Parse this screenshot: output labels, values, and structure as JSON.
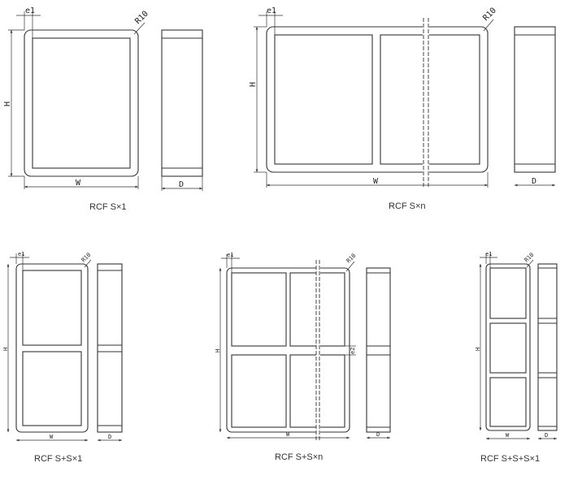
{
  "labels": {
    "e1": "e1",
    "r10": "R10",
    "h": "H",
    "w": "W",
    "d": "D",
    "e2": "e2"
  },
  "captions": [
    "RCF S×1",
    "RCF S×n",
    "RCF S+S×1",
    "RCF S+S×n",
    "RCF S+S+S×1"
  ]
}
